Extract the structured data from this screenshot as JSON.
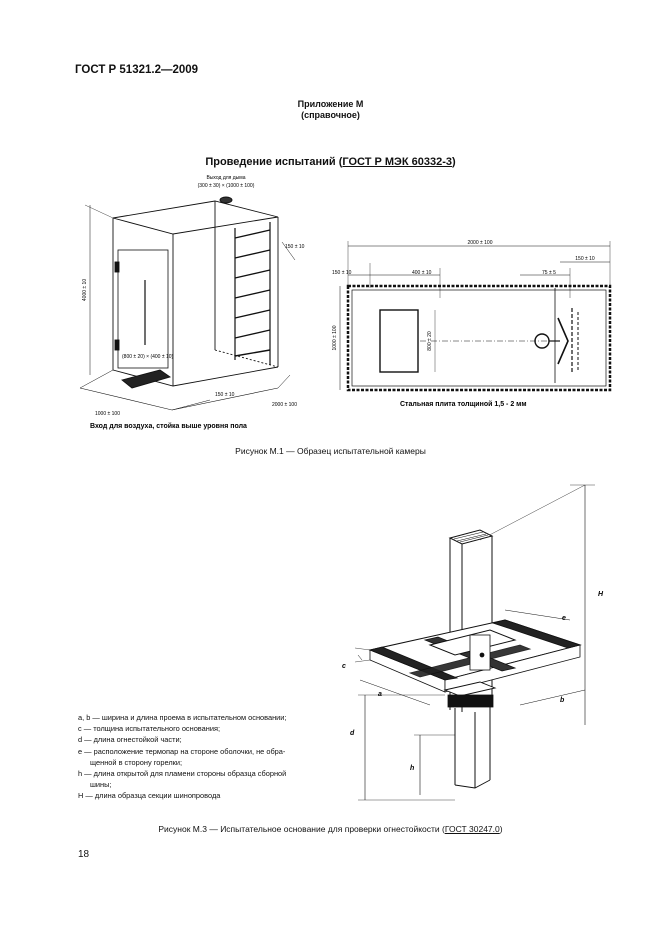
{
  "header": {
    "standard": "ГОСТ Р 51321.2—2009"
  },
  "appendix": {
    "title": "Приложение М",
    "subtitle": "(справочное)"
  },
  "section": {
    "title_prefix": "Проведение испытаний (",
    "title_link": "ГОСТ Р МЭК 60332-3",
    "title_suffix": ")"
  },
  "figure1": {
    "exhaust_label": "Выход для дыма",
    "exhaust_dims": "(300 ± 30) × (1000 ± 100)",
    "dim_height": "4000 ± 10",
    "dim_150_top": "150 ± 10",
    "dim_door": "(800 ± 20) × (400 ± 10)",
    "dim_150_bottom": "150 ± 10",
    "dim_1000": "1000 ± 100",
    "dim_2000": "2000 ± 100",
    "air_inlet": "Вход для воздуха, стойка выше уровня пола",
    "plan_dim_2000": "2000 ± 100",
    "plan_dim_150_a": "150 ± 10",
    "plan_dim_150_b": "150 ± 10",
    "plan_dim_400": "400 ± 10",
    "plan_dim_75": "75 ± 5",
    "plan_dim_1000": "1000 ± 100",
    "plan_dim_800": "800 ± 20",
    "plate_label": "Стальная плита толщиной 1,5 - 2 мм",
    "caption": "Рисунок М.1 — Образец испытательной камеры"
  },
  "figure3": {
    "labels": {
      "H": "H",
      "e": "e",
      "c": "c",
      "a": "a",
      "b": "b",
      "d": "d",
      "h": "h"
    },
    "legend": [
      "a, b — ширина и длина проема в испытательном основании;",
      "c — толщина испытательного основания;",
      "d — длина огнестойкой части;",
      "e — расположение термопар на стороне оболочки, не обра-",
      "щенной в сторону горелки;",
      "h — длина открытой для пламени стороны образца сборной",
      "шины;",
      "H — длина образца секции шинопровода"
    ],
    "caption_prefix": "Рисунок М.3 — Испытательное основание для проверки огнестойкости (",
    "caption_link": "ГОСТ 30247.0",
    "caption_suffix": ")"
  },
  "page_number": "18"
}
